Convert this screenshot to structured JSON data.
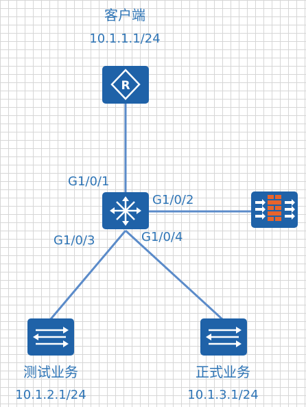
{
  "nodes": {
    "client": {
      "name": "客户端",
      "ip": "10.1.1.1/24",
      "icon": "router-icon"
    },
    "core": {
      "icon": "core-switch-icon"
    },
    "firewall": {
      "icon": "firewall-icon"
    },
    "test": {
      "name": "测试业务",
      "ip": "10.1.2.1/24",
      "icon": "switch-icon"
    },
    "prod": {
      "name": "正式业务",
      "ip": "10.1.3.1/24",
      "icon": "switch-icon"
    }
  },
  "ports": {
    "g1": "G1/0/1",
    "g2": "G1/0/2",
    "g3": "G1/0/3",
    "g4": "G1/0/4"
  },
  "colors": {
    "device": "#1f62a8",
    "link": "#5b8bc9",
    "label": "#2f75b6",
    "firewall_brick": "#e8642c"
  }
}
